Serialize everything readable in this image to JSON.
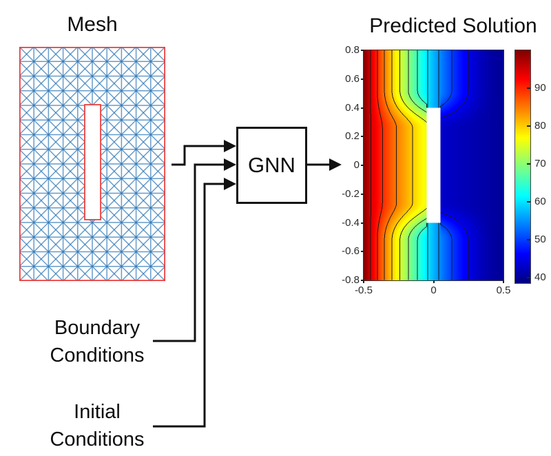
{
  "diagram": {
    "gnn_label": "GNN",
    "boundary": {
      "line1": "Boundary",
      "line2": "Conditions"
    },
    "initial": {
      "line1": "Initial",
      "line2": "Conditions"
    },
    "arrow_color": "#111111"
  },
  "mesh_figure": {
    "title": "Mesh",
    "outline_color": "#ee3a3a",
    "edge_color": "#2b74b4",
    "grid": {
      "cols": 10,
      "rows": 16
    },
    "slot_fraction": {
      "x": [
        0.448,
        0.557
      ],
      "y": [
        0.247,
        0.738
      ]
    }
  },
  "chart_data": {
    "type": "heatmap",
    "title": "Predicted Solution",
    "xlim": [
      -0.5,
      0.5
    ],
    "ylim": [
      -0.8,
      0.8
    ],
    "x_ticks": [
      "-0.5",
      "0",
      "0.5"
    ],
    "y_ticks": [
      "0.8",
      "0.6",
      "0.4",
      "0.2",
      "0",
      "-0.2",
      "-0.4",
      "-0.6",
      "-0.8"
    ],
    "colormap": "jet",
    "colorbar": {
      "vmin": 38.5,
      "vmax": 100,
      "ticks": [
        90,
        80,
        70,
        60,
        50,
        40
      ]
    },
    "obstacle": {
      "shape": "slot",
      "x": [
        -0.05,
        0.05
      ],
      "y": [
        -0.4,
        0.4
      ],
      "color": "#ffffff"
    },
    "field": {
      "description": "steady temperature: hot left wall, cold right region, heat wraps around insulating slot",
      "left_wall_value": 100,
      "right_region_value": 40,
      "slot_left_face_value": 76,
      "band_right_start_value": 43,
      "gap_centerline_value": 57,
      "left_band_exponent": 0.72,
      "gap_falloff_exponent": 1.8,
      "blend_band": [
        0.26,
        0.52
      ],
      "contour_interval": 5,
      "contour_levels": [
        45,
        50,
        55,
        60,
        65,
        70,
        75,
        80,
        85,
        90,
        95
      ],
      "contour_color": "#191919"
    }
  }
}
